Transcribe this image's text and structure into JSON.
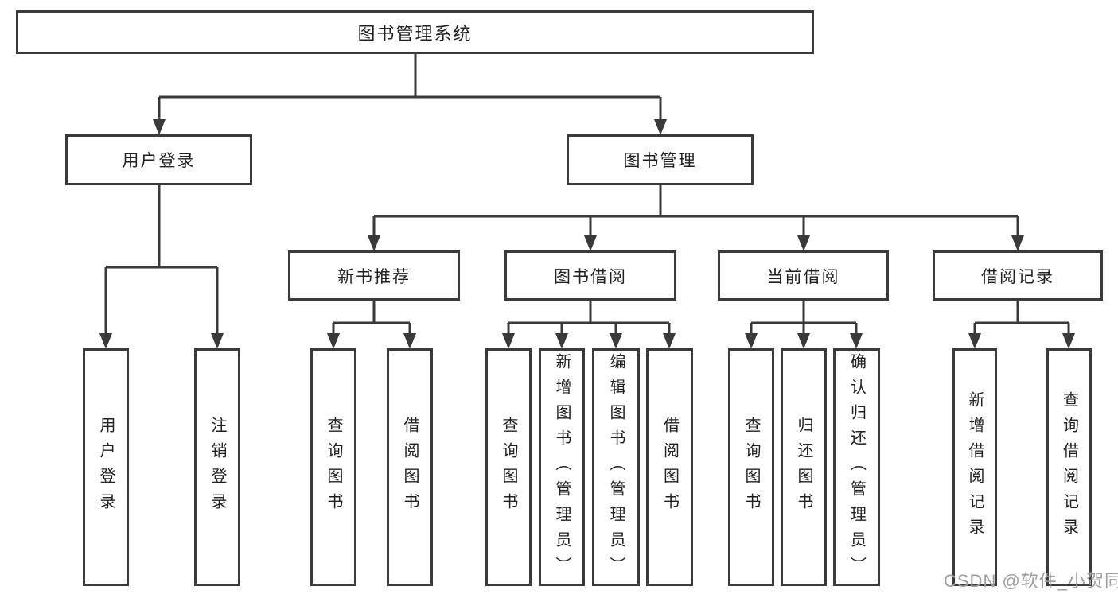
{
  "tree": {
    "label": "图书管理系统",
    "children": [
      {
        "label": "用户登录",
        "children": [
          {
            "label": "用户登录"
          },
          {
            "label": "注销登录"
          }
        ]
      },
      {
        "label": "图书管理",
        "children": [
          {
            "label": "新书推荐",
            "children": [
              {
                "label": "查询图书"
              },
              {
                "label": "借阅图书"
              }
            ]
          },
          {
            "label": "图书借阅",
            "children": [
              {
                "label": "查询图书"
              },
              {
                "label": "新增图书（管理员）"
              },
              {
                "label": "编辑图书（管理员）"
              },
              {
                "label": "借阅图书"
              }
            ]
          },
          {
            "label": "当前借阅",
            "children": [
              {
                "label": "查询图书"
              },
              {
                "label": "归还图书"
              },
              {
                "label": "确认归还（管理员）"
              }
            ]
          },
          {
            "label": "借阅记录",
            "children": [
              {
                "label": "新增借阅记录"
              },
              {
                "label": "查询借阅记录"
              }
            ]
          }
        ]
      }
    ]
  },
  "watermark": "CSDN @软件_小贺同学",
  "colors": {
    "line": "#3a3a3a",
    "text": "#212121",
    "watermark": "#9e9e9e",
    "background": "#ffffff"
  }
}
